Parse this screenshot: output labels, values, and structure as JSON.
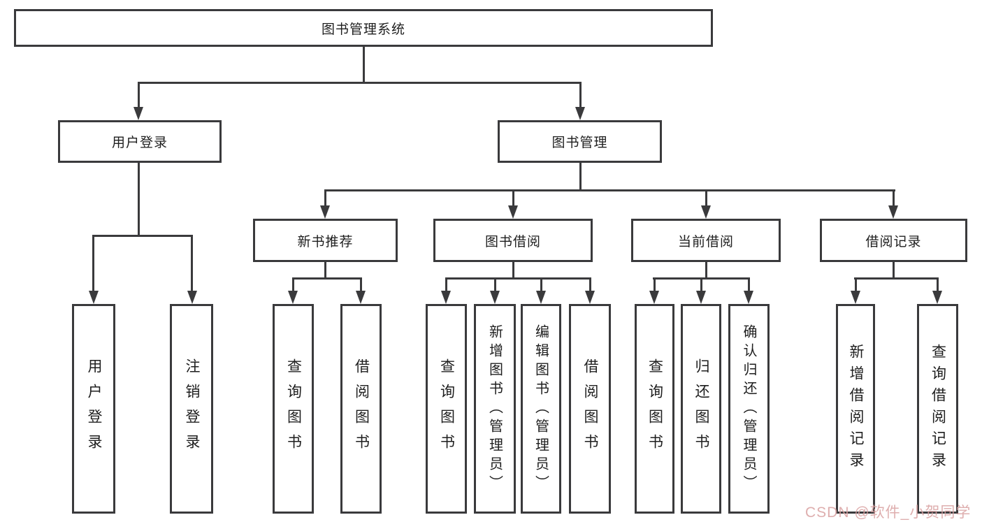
{
  "diagram": {
    "title": "图书管理系统",
    "branches": {
      "user_login": {
        "label": "用户登录",
        "children": [
          "用户登录",
          "注销登录"
        ]
      },
      "book_management": {
        "label": "图书管理",
        "children": {
          "new_book_recommend": {
            "label": "新书推荐",
            "children": [
              "查询图书",
              "借阅图书"
            ]
          },
          "book_borrow": {
            "label": "图书借阅",
            "children": [
              "查询图书",
              "新增图书（管理员）",
              "编辑图书（管理员）",
              "借阅图书"
            ]
          },
          "current_borrow": {
            "label": "当前借阅",
            "children": [
              "查询图书",
              "归还图书",
              "确认归还（管理员）"
            ]
          },
          "borrow_records": {
            "label": "借阅记录",
            "children": [
              "新增借阅记录",
              "查询借阅记录"
            ]
          }
        }
      }
    }
  },
  "watermark": {
    "text": "CSDN @软件_小贺同学",
    "color": "#d9a0a0"
  },
  "colors": {
    "line": "#3a3a3c",
    "text": "#1e1e1e",
    "background": "#ffffff"
  }
}
